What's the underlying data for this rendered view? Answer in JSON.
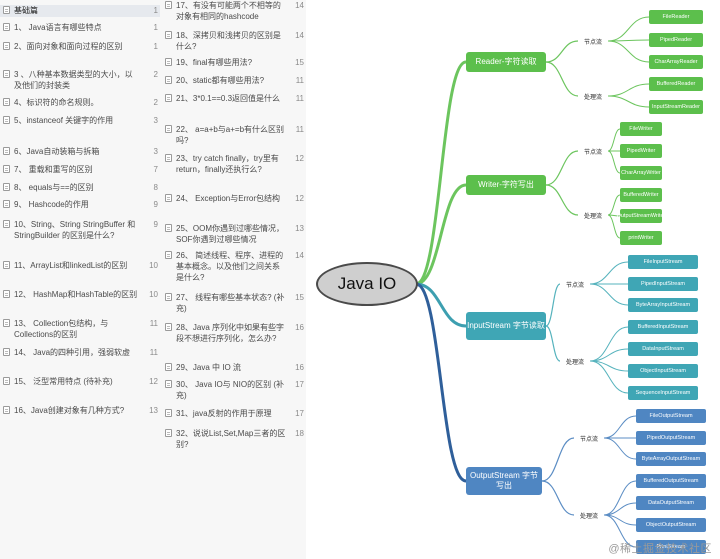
{
  "toc": {
    "col1": [
      {
        "t": "基础篇",
        "p": "1",
        "head": true
      },
      {
        "t": "1、 Java语言有哪些特点",
        "p": "1"
      },
      {
        "t": "2、面向对象和面向过程的区别",
        "p": "1"
      },
      {
        "t": "3 、八种基本数据类型的大小，以及他们的封装类",
        "p": "2"
      },
      {
        "t": "4、标识符的命名规则。",
        "p": "2"
      },
      {
        "t": "5、instanceof 关键字的作用",
        "p": "3"
      },
      {
        "t": "6、Java自动装箱与拆箱",
        "p": "3"
      },
      {
        "t": "7、 重载和重写的区别",
        "p": "7"
      },
      {
        "t": "8、 equals与==的区别",
        "p": "8"
      },
      {
        "t": "9、 Hashcode的作用",
        "p": "9"
      },
      {
        "t": "10、String、String StringBuffer 和 StringBuilder 的区别是什么?",
        "p": "9"
      },
      {
        "t": "11、ArrayList和linkedList的区别",
        "p": "10"
      },
      {
        "t": "12、 HashMap和HashTable的区别",
        "p": "10"
      },
      {
        "t": "13、 Collection包结构，与Collections的区别",
        "p": "11"
      },
      {
        "t": "14、 Java的四种引用，强弱软虚",
        "p": "11"
      },
      {
        "t": "15、 泛型常用特点 (待补充)",
        "p": "12"
      },
      {
        "t": "16、Java创建对象有几种方式?",
        "p": "13"
      }
    ],
    "col2": [
      {
        "t": "17、有没有可能两个不相等的对象有相同的hashcode",
        "p": "14"
      },
      {
        "t": "18、深拷贝和浅拷贝的区别是什么?",
        "p": "14"
      },
      {
        "t": "19、final有哪些用法?",
        "p": "15"
      },
      {
        "t": "20、static都有哪些用法?",
        "p": "11"
      },
      {
        "t": "21、3*0.1==0.3返回值是什么",
        "p": "11"
      },
      {
        "t": "22、 a=a+b与a+=b有什么区别吗?",
        "p": "11"
      },
      {
        "t": "23、try catch finally，try里有return，finally还执行么?",
        "p": "12"
      },
      {
        "t": "24、 Exception与Error包结构",
        "p": "12"
      },
      {
        "t": "25、OOM你遇到过哪些情况，SOF你遇到过哪些情况",
        "p": "13"
      },
      {
        "t": "26、 简述线程、程序、进程的基本概念。以及他们之间关系是什么?",
        "p": "14"
      },
      {
        "t": "27、 线程有哪些基本状态? (补充)",
        "p": "15"
      },
      {
        "t": "28、Java 序列化中如果有些字段不想进行序列化，怎么办?",
        "p": "16"
      },
      {
        "t": "29、Java 中 IO 流",
        "p": "16"
      },
      {
        "t": "30、 Java IO与 NIO的区别 (补充)",
        "p": "17"
      },
      {
        "t": "31、java反射的作用于原理",
        "p": "17"
      },
      {
        "t": "32、说说List,Set,Map三者的区别?",
        "p": "18"
      }
    ]
  },
  "mindmap": {
    "center": "Java IO",
    "colors": {
      "reader": "#5cbf4c",
      "writer": "#5cbf4c",
      "input": "#3fa6b5",
      "output": "#4f86c2",
      "line_green": "#6cc55e",
      "line_teal": "#56b3bd",
      "line_blue": "#5b8dc4",
      "line_center_in": "#3d9fb0",
      "line_center_out": "#2f5f9a"
    },
    "branches": [
      {
        "label": "Reader-字符读取",
        "color": "reader",
        "groups": [
          {
            "label": "节点流",
            "leaves": [
              "FileReader",
              "PipedReader",
              "CharArrayReader"
            ]
          },
          {
            "label": "处理流",
            "leaves": [
              "BufferedReader",
              "InputStreamReader"
            ]
          }
        ]
      },
      {
        "label": "Writer-字符写出",
        "color": "writer",
        "groups": [
          {
            "label": "节点流",
            "leaves": [
              "FileWriter",
              "PipedWriter",
              "CharArrayWriter"
            ]
          },
          {
            "label": "处理流",
            "leaves": [
              "BufferedWriter",
              "OutputStreamWriter",
              "printWriter"
            ]
          }
        ]
      },
      {
        "label": "InputStream 字节读取",
        "color": "input",
        "groups": [
          {
            "label": "节点流",
            "leaves": [
              "FileInputStream",
              "PipedInputStream",
              "ByteArrayInputStream"
            ]
          },
          {
            "label": "处理流",
            "leaves": [
              "BufferedInputStream",
              "DataInputStream",
              "ObjectInputStream",
              "SequenceInputStream"
            ]
          }
        ]
      },
      {
        "label": "OutputStream 字节写出",
        "color": "output",
        "groups": [
          {
            "label": "节点流",
            "leaves": [
              "FileOutputStream",
              "PipedOutputStream",
              "ByteArrayOutputStream"
            ]
          },
          {
            "label": "处理流",
            "leaves": [
              "BufferedOutputStream",
              "DataOutputStream",
              "ObjectOutputStream",
              "PrintStream"
            ]
          }
        ]
      }
    ]
  },
  "watermark": "@稀土掘金技术社区"
}
